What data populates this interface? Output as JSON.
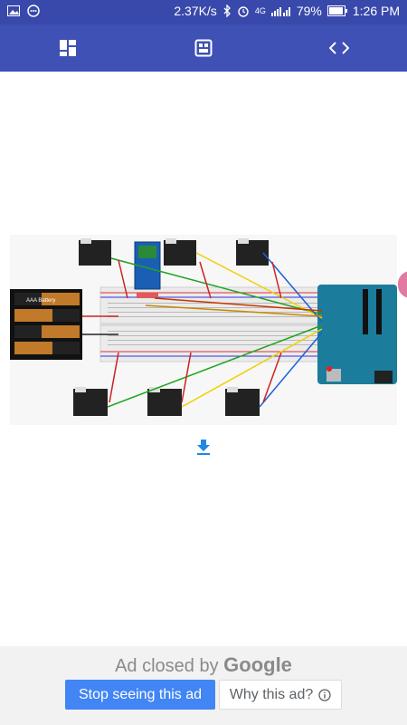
{
  "status_bar": {
    "speed": "2.37K/s",
    "network": "4G",
    "battery": "79%",
    "time": "1:26 PM",
    "left_icons": [
      "image-icon",
      "messenger-icon"
    ],
    "right_icons": [
      "bluetooth-icon",
      "alarm-icon",
      "signal-icon",
      "battery-icon"
    ]
  },
  "app_bar": {
    "tabs": [
      {
        "icon": "dashboard-icon"
      },
      {
        "icon": "board-icon"
      },
      {
        "icon": "code-icon"
      }
    ],
    "background": "#3f51b5"
  },
  "diagram": {
    "battery_label": "AAA Battery"
  },
  "download": {
    "icon": "download-icon",
    "color": "#1e88e5"
  },
  "ad": {
    "closed_text": "Ad closed by",
    "brand": "Google",
    "stop_button": "Stop seeing this ad",
    "why_button": "Why this ad?"
  }
}
